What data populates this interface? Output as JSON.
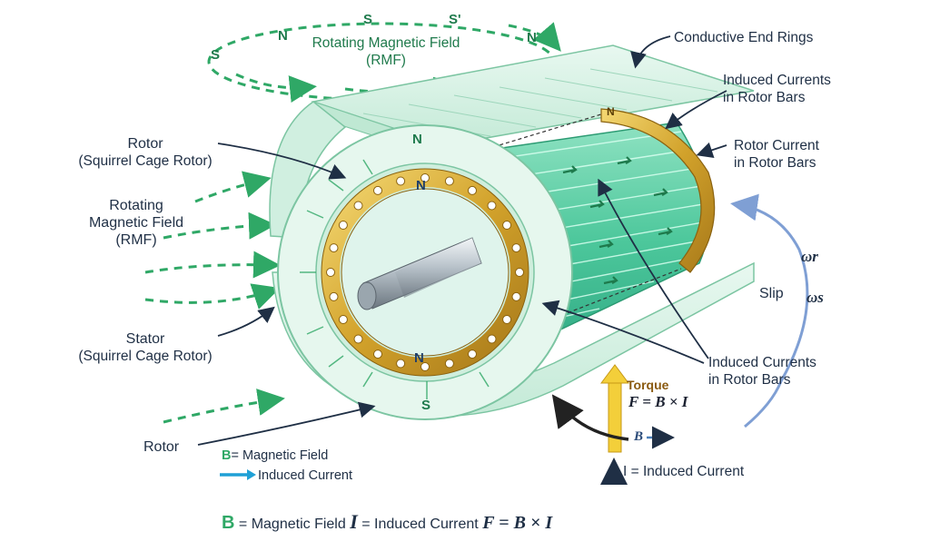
{
  "top_rmf": {
    "line1": "Rotating Magnetic Field",
    "line2": "(RMF)",
    "poles": [
      "S",
      "N",
      "S",
      "S'",
      "N"
    ]
  },
  "left": {
    "rotor_title": "Rotor",
    "rotor_sub": "(Squirrel Cage Rotor)",
    "rmf_line1": "Rotating",
    "rmf_line2": "Magnetic Field",
    "rmf_line3": "(RMF)",
    "stator_title": "Stator",
    "stator_sub": "(Squirrel Cage Rotor)",
    "rotor_bottom": "Rotor"
  },
  "right": {
    "end_rings": "Conductive End Rings",
    "induced1_line1": "Induced Currents",
    "induced1_line2": "in Rotor Bars",
    "rotor_current_line1": "Rotor Current",
    "rotor_current_line2": "in Rotor Bars",
    "slip": "Slip",
    "omega_r": "ωr",
    "omega_s": "ωs",
    "induced2_line1": "Induced Currents",
    "induced2_line2": "in Rotor Bars"
  },
  "motor_poles": {
    "n_top_outer": "N",
    "n_top_inner": "N",
    "n_bottom_inner": "N",
    "s_bottom": "S",
    "n_end_ring": "N"
  },
  "torque": {
    "label": "Torque",
    "formula": "F = B × I",
    "b_label": "B",
    "i_label": "I = Induced Current"
  },
  "small_legend": {
    "b_symbol": "B",
    "b_text": "= Magnetic Field",
    "arrow_text": "Induced Current"
  },
  "bottom_legend": {
    "b_symbol": "B",
    "b_text": "= Magnetic Field",
    "i_symbol": "I",
    "i_text": "= Induced Current",
    "formula": "F = B × I"
  },
  "colors": {
    "green": "#2fa866",
    "dark_green": "#1e7a4c",
    "cylinder": "#5ccfa6",
    "housing": "#d7f1e4",
    "gold": "#d2a22b",
    "navy": "#1f2f45",
    "blue_arrow": "#1fa0d6",
    "slip_arrow": "#7f9fd4"
  }
}
